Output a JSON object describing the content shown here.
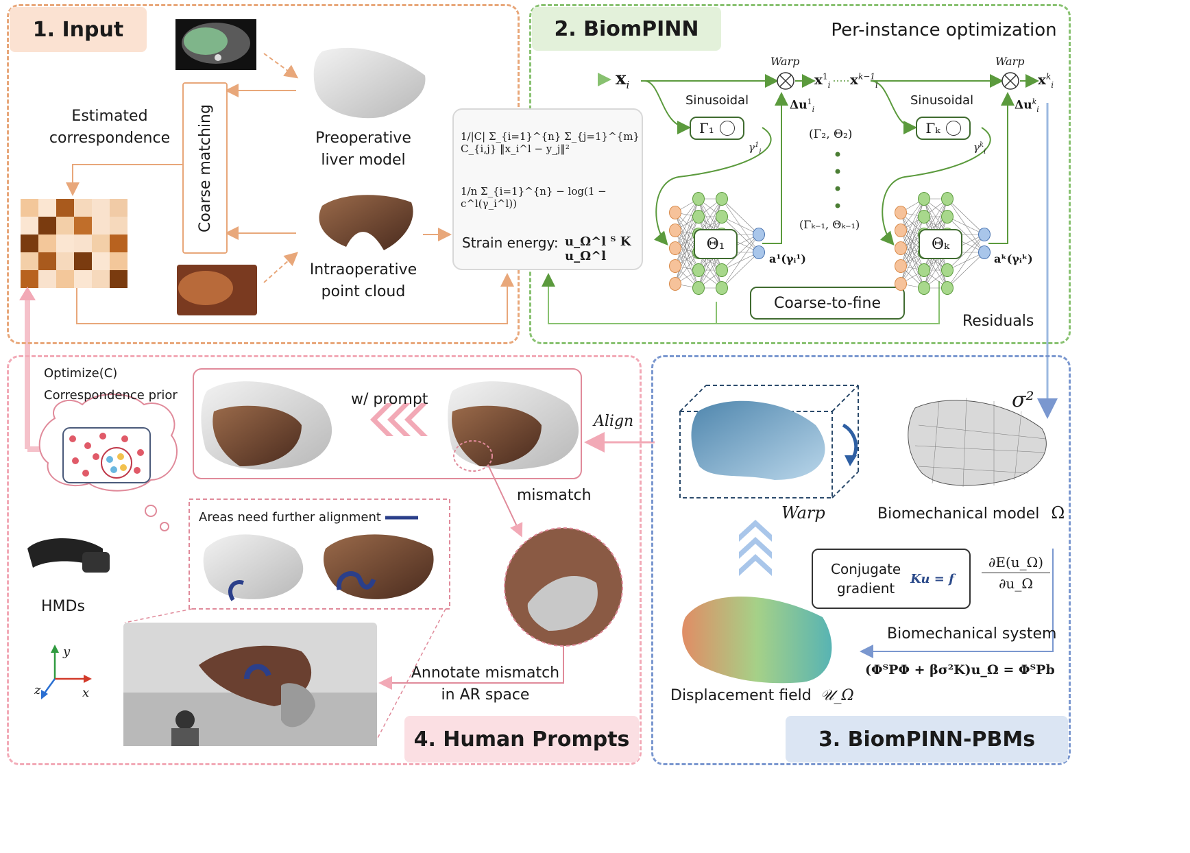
{
  "panels": {
    "input": {
      "tag": "1. Input"
    },
    "biompinn": {
      "tag": "2. BiomPINN",
      "subtitle": "Per-instance optimization"
    },
    "pbm": {
      "tag": "3. BiomPINN-PBMs"
    },
    "prompts": {
      "tag": "4. Human Prompts"
    }
  },
  "input": {
    "estimated_correspondence": "Estimated correspondence",
    "coarse_matching": "Coarse matching",
    "preop_label": "Preoperative liver model",
    "intraop_label": "Intraoperative point cloud",
    "loss1": "1/|C| Σ_{i=1}^{n} Σ_{j=1}^{m} C_{i,j} ‖x_i^l − y_j‖²",
    "loss2": "1/n Σ_{i=1}^{n} − log(1 − c^l(γ_i^l))",
    "strain_label": "Strain energy:",
    "strain_formula": "u_Ω^l ᵀ K u_Ω^l"
  },
  "biompinn": {
    "xi": "x",
    "xi_sub": "i",
    "warp1": "Warp",
    "warp2": "Warp",
    "x1": "x",
    "xk1": "x",
    "xk": "x",
    "sinusoidal1": "Sinusoidal",
    "sinusoidal2": "Sinusoidal",
    "gamma1": "Γ₁",
    "gammak": "Γₖ",
    "du1": "Δu",
    "duk": "Δu",
    "gi1": "γ",
    "gik": "γ",
    "theta1": "Θ₁",
    "thetak": "Θₖ",
    "a1": "a¹(γᵢ¹)",
    "ak": "aᵏ(γᵢᵏ)",
    "pair2": "(Γ₂, Θ₂)",
    "pairk1": "(Γₖ₋₁, Θₖ₋₁)",
    "coarse_to_fine": "Coarse-to-fine",
    "residuals": "Residuals"
  },
  "pbm": {
    "sigma": "σ²",
    "warp": "Warp",
    "biomech_model": "Biomechanical model",
    "omega": "Ω",
    "conjugate": "Conjugate gradient",
    "ku_f": "Ku = f",
    "dE_num": "∂E(u_Ω)",
    "dE_den": "∂u_Ω",
    "biomech_system": "Biomechanical system",
    "system_eq": "(ΦᵀPΦ + βσ²K)u_Ω = ΦᵀPb",
    "displacement": "Displacement field",
    "displacement_sym": "𝒰_Ω"
  },
  "prompts": {
    "optimize": "Optimize(C)",
    "corr_prior": "Correspondence prior",
    "w_prompt": "w/ prompt",
    "align": "Align",
    "mismatch": "mismatch",
    "areas_need": "Areas need further alignment",
    "hmds": "HMDs",
    "annotate": "Annotate mismatch in AR space",
    "axis_x": "x",
    "axis_y": "y",
    "axis_z": "z"
  },
  "colors": {
    "orange": "#e8a77a",
    "green": "#88c170",
    "blue": "#7a97cf",
    "pink": "#f2a9b6",
    "tag_orange": "#fbe2d2",
    "tag_green": "#e3f1da",
    "tag_blue": "#dbe5f3",
    "tag_pink": "#fbdfe3"
  }
}
